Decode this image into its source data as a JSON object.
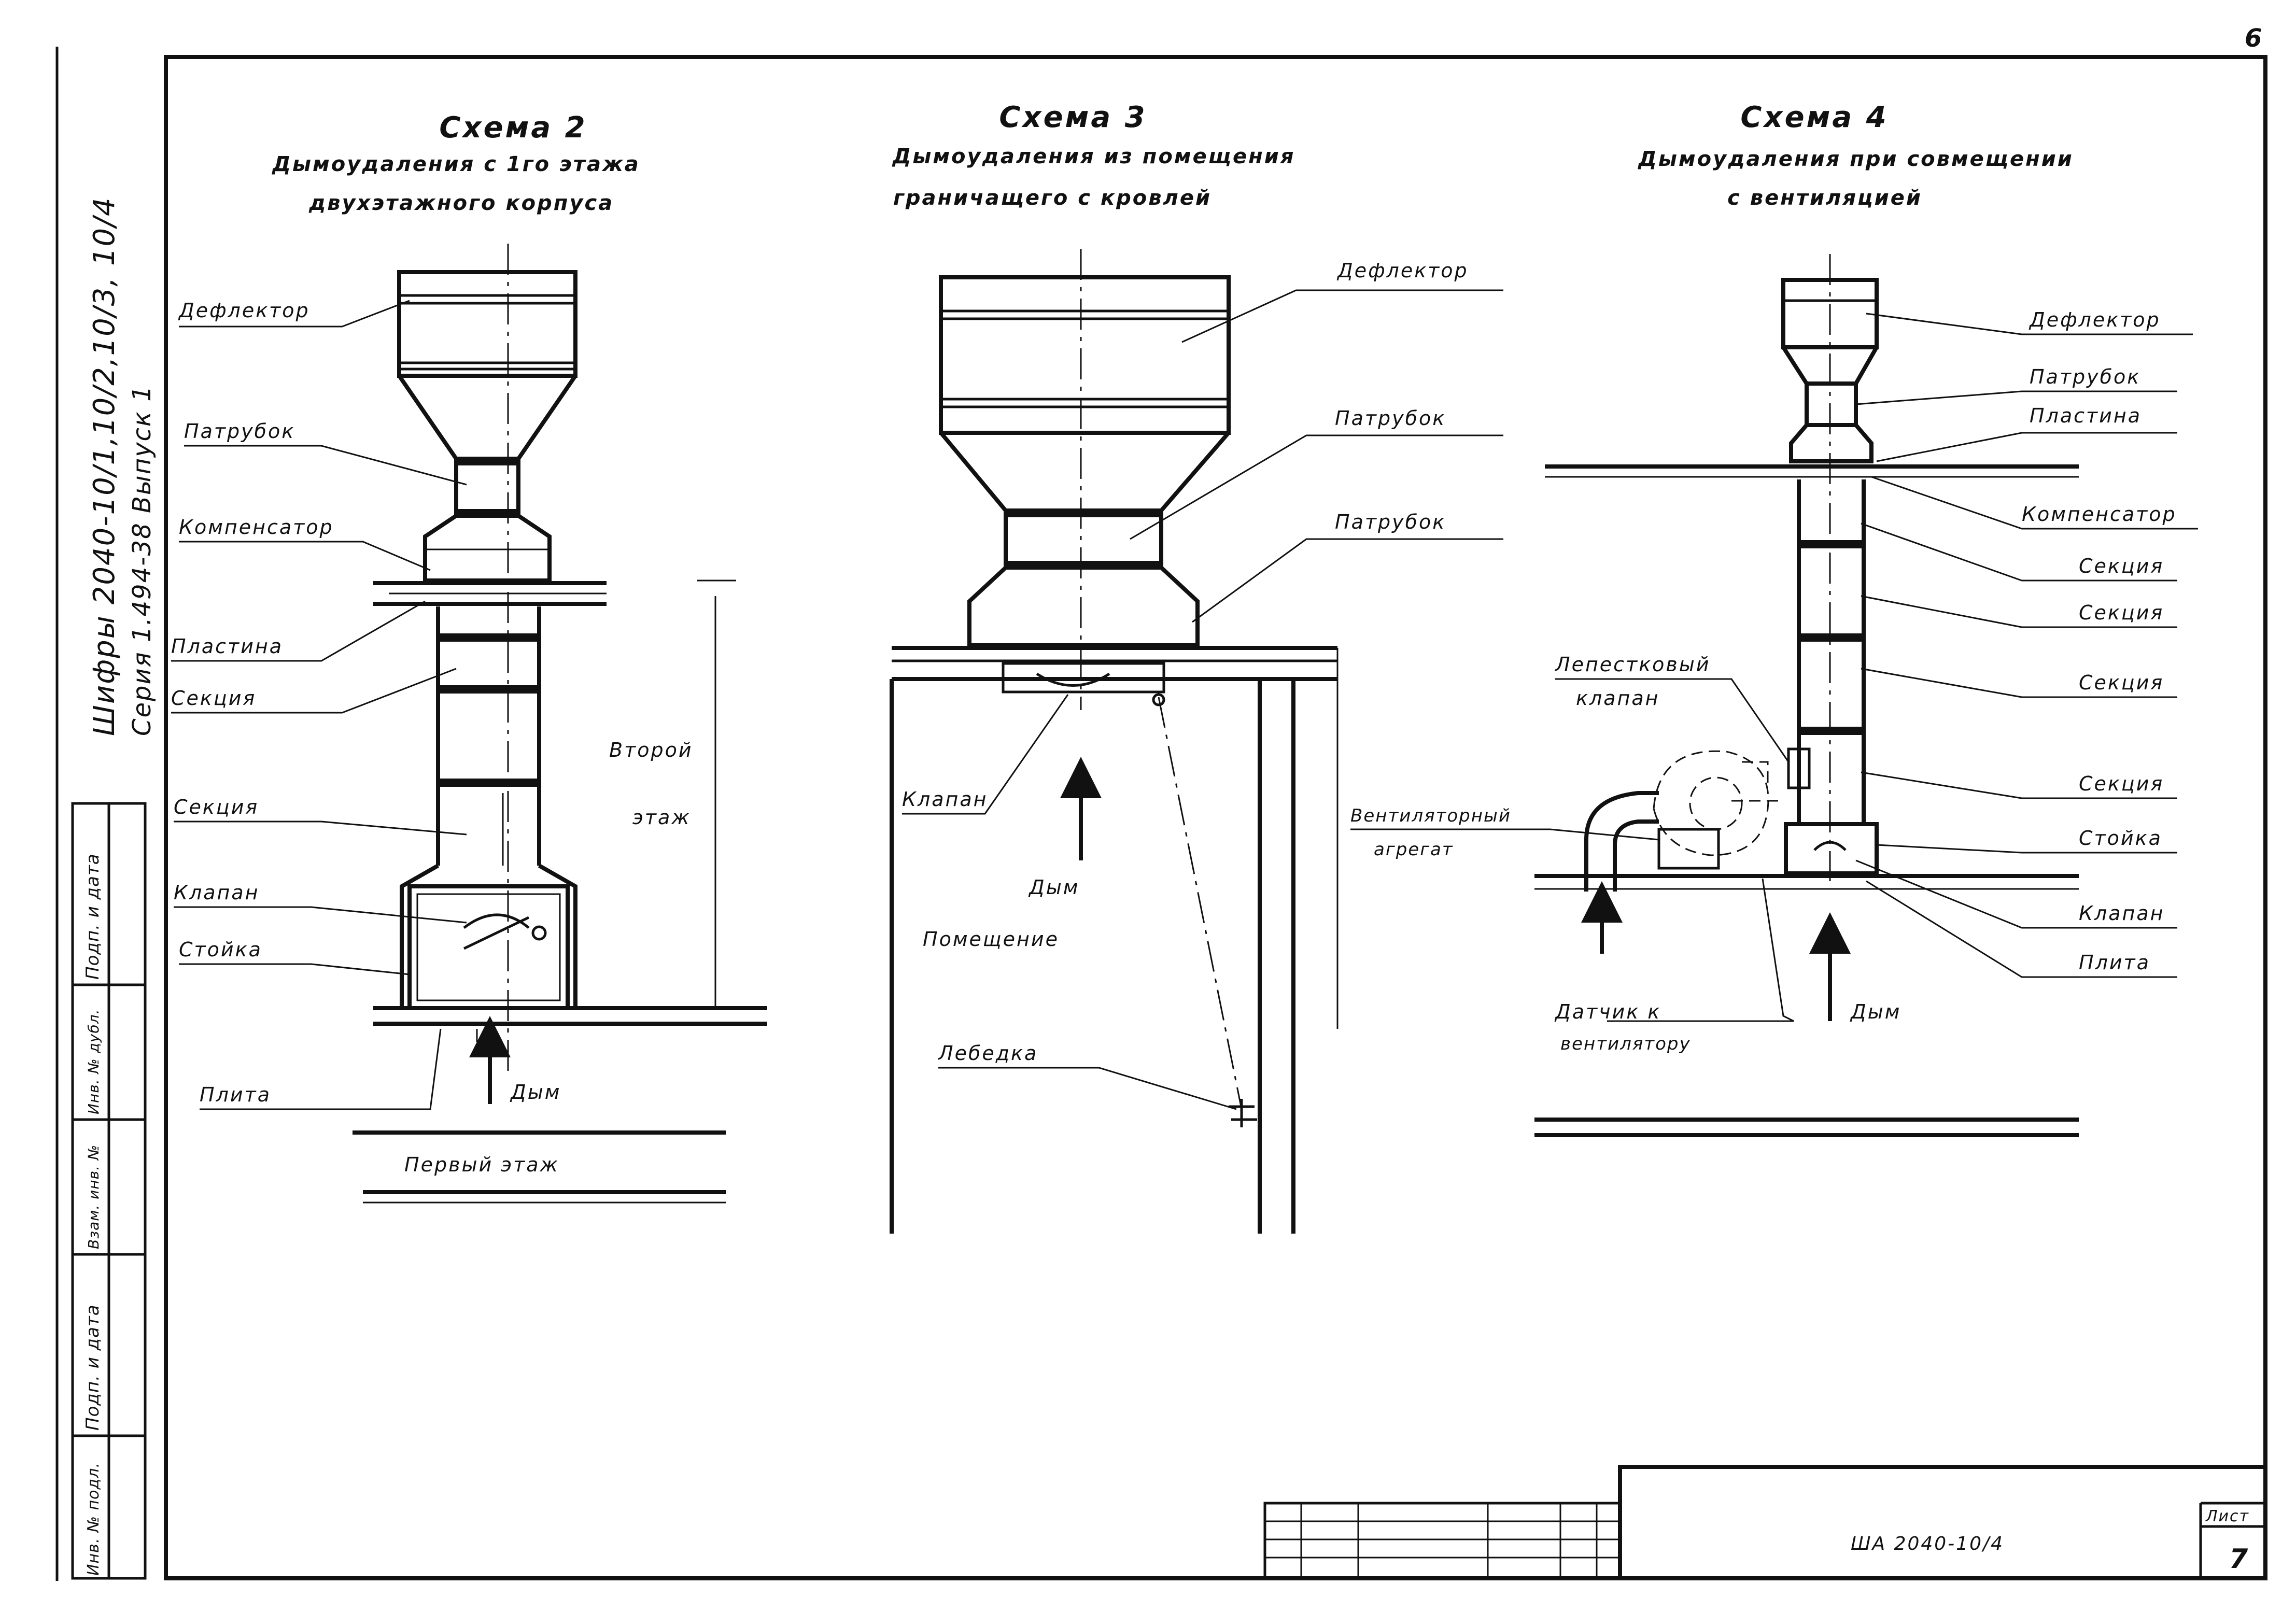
{
  "sheet_corner_number": "6",
  "side_text": {
    "line1": "Шифры 2040-10/1,10/2,10/3, 10/4",
    "line2": "Серия 1.494-38 Выпуск 1"
  },
  "stamp_column": {
    "row1": "Подп. и дата",
    "row2": "Взам. инв. №",
    "row3": "Инв. № дубл.",
    "row4": "Подп. и дата",
    "row5": "Инв. № подл."
  },
  "scheme2": {
    "title": "Схема 2",
    "subtitle1": "Дымоудаления с 1го этажа",
    "subtitle2": "двухэтажного корпуса",
    "labels": {
      "deflector": "Дефлектор",
      "nozzle": "Патрубок",
      "compensator": "Компенсатор",
      "plate": "Пластина",
      "section1": "Секция",
      "section2": "Секция",
      "valve": "Клапан",
      "stand": "Стойка",
      "slab": "Плита",
      "smoke": "Дым",
      "second_floor_1": "Второй",
      "second_floor_2": "этаж",
      "first_floor": "Первый этаж"
    }
  },
  "scheme3": {
    "title": "Схема 3",
    "subtitle1": "Дымоудаления из помещения",
    "subtitle2": "граничащего с кровлей",
    "labels": {
      "deflector": "Дефлектор",
      "nozzle1": "Патрубок",
      "nozzle2": "Патрубок",
      "valve": "Клапан",
      "smoke": "Дым",
      "room": "Помещение",
      "winch": "Лебедка"
    }
  },
  "scheme4": {
    "title": "Схема 4",
    "subtitle1": "Дымоудаления при совмещении",
    "subtitle2": "с вентиляцией",
    "labels": {
      "deflector": "Дефлектор",
      "nozzle": "Патрубок",
      "plate": "Пластина",
      "compensator": "Компенсатор",
      "section1": "Секция",
      "section2": "Секция",
      "section3": "Секция",
      "section4": "Секция",
      "stand": "Стойка",
      "valve": "Клапан",
      "slab": "Плита",
      "petal_valve_1": "Лепестковый",
      "petal_valve_2": "клапан",
      "fan_unit_1": "Вентиляторный",
      "fan_unit_2": "агрегат",
      "sensor_1": "Датчик к",
      "sensor_2": "вентилятору",
      "smoke": "Дым"
    }
  },
  "title_block": {
    "code": "ША 2040-10/4",
    "sheet_label": "Лист",
    "sheet_number": "7"
  }
}
